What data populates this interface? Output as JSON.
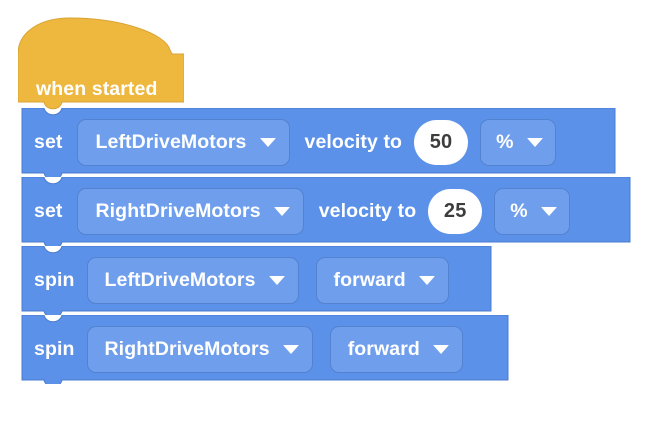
{
  "app": {
    "name": "block-coding-workspace",
    "background_color": "#ffffff"
  },
  "palette": {
    "hat_block_color": "#eeb73e",
    "hat_block_border": "#d9a435",
    "motion_block_color": "#5b91e8",
    "motion_block_border": "#4a7cd0",
    "field_color": "#6f9fec",
    "field_border": "#5382d0",
    "text_color": "#ffffff",
    "number_text_color": "#3d3d3d",
    "number_field_color": "#ffffff"
  },
  "script": {
    "name": "main-script",
    "hat": {
      "label": "when started",
      "type": "event-hat"
    },
    "blocks": [
      {
        "id": "set-left-velocity",
        "command": "set",
        "target": "LeftDriveMotors",
        "middle_label": "velocity to",
        "value": "50",
        "unit": "%"
      },
      {
        "id": "set-right-velocity",
        "command": "set",
        "target": "RightDriveMotors",
        "middle_label": "velocity to",
        "value": "25",
        "unit": "%"
      },
      {
        "id": "spin-left-forward",
        "command": "spin",
        "target": "LeftDriveMotors",
        "direction": "forward"
      },
      {
        "id": "spin-right-forward",
        "command": "spin",
        "target": "RightDriveMotors",
        "direction": "forward"
      }
    ]
  },
  "icons": {
    "dropdown_caret": "chevron-down-icon"
  }
}
